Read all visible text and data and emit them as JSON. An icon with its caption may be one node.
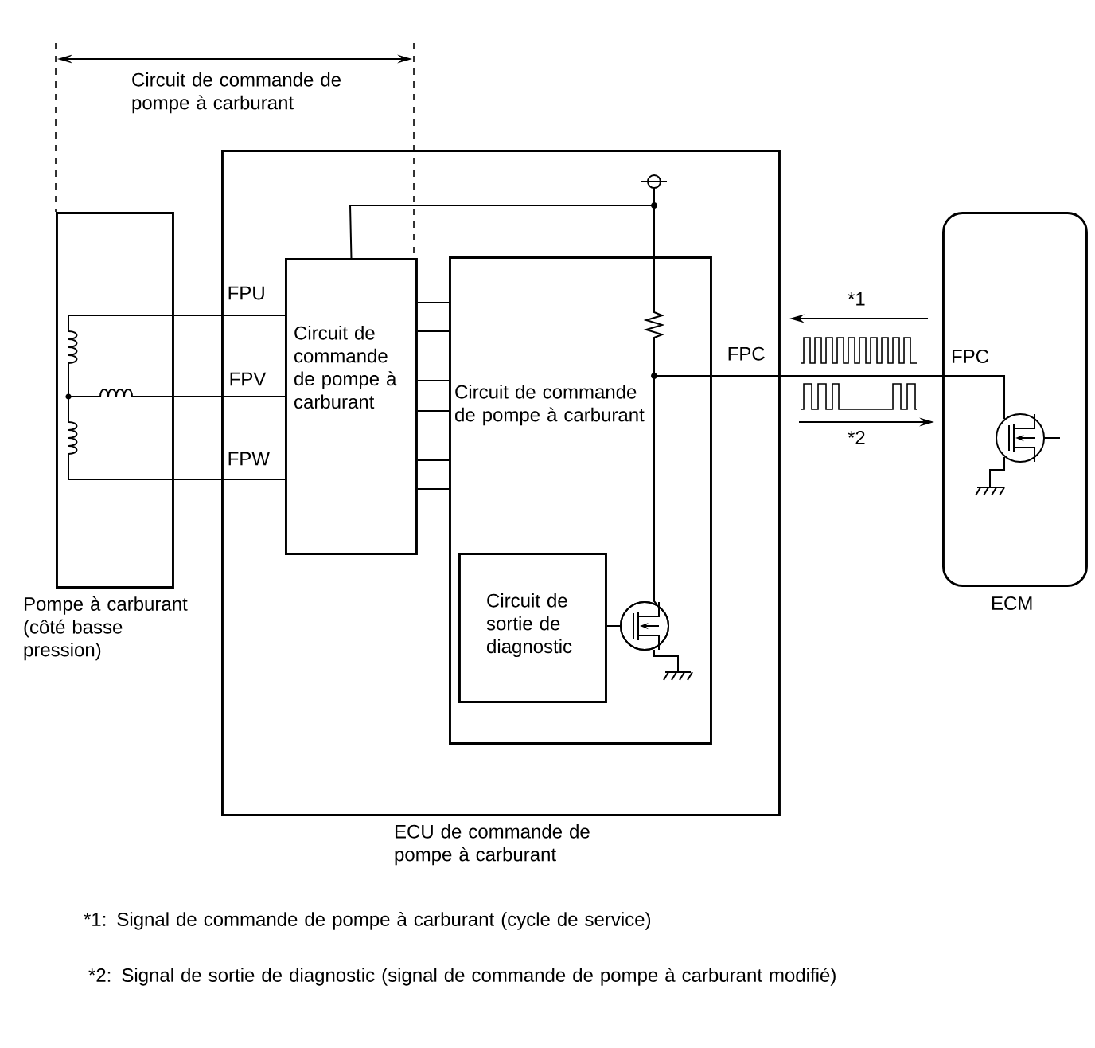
{
  "diagram": {
    "nodes": [
      {
        "text": [
          "Pompe à carburant (côté basse pression)"
        ]
      },
      {
        "text": [
          "ECU de commande de pompe à carburant"
        ]
      },
      {
        "text": [
          "Circuit de commande de pompe à carburant"
        ],
        "in": 1
      },
      {
        "text": [
          "Circuit de commande de pompe à carburant"
        ],
        "in": 1
      },
      {
        "text": [
          "Circuit de sortie de diagnostic"
        ],
        "in": 3
      },
      {
        "text": [
          "ECM"
        ]
      },
      {
        "text": [],
        "shape": "circle",
        "in": 3
      }
    ],
    "edges": [
      {
        "from": 0,
        "to": 2,
        "arrow": "none",
        "label": "FPU"
      },
      {
        "from": 0,
        "to": 2,
        "arrow": "none",
        "label": "FPV"
      },
      {
        "from": 0,
        "to": 2,
        "arrow": "none",
        "label": "FPW"
      },
      {
        "from": 2,
        "to": 3,
        "arrow": "none"
      },
      {
        "from": 2,
        "to": 3,
        "arrow": "none"
      },
      {
        "from": 2,
        "to": 3,
        "arrow": "none"
      },
      {
        "from": 2,
        "to": 3,
        "arrow": "none"
      },
      {
        "from": 2,
        "to": 3,
        "arrow": "none"
      },
      {
        "from": 2,
        "to": 3,
        "arrow": "none"
      },
      {
        "from": 3,
        "to": 5,
        "arrow": "none",
        "label": "FPC"
      },
      {
        "from": 2,
        "to": 6,
        "arrow": "none"
      },
      {
        "from": 6,
        "to": 4,
        "arrow": "none"
      }
    ],
    "labels": [
      "Circuit de commande de pompe à carburant",
      "FPC",
      "*1",
      "*2",
      "*1: Signal de commande de pompe à carburant (cycle de service)",
      "*2: Signal de sortie de diagnostic (signal de commande de pompe à carburant modifié)"
    ]
  }
}
